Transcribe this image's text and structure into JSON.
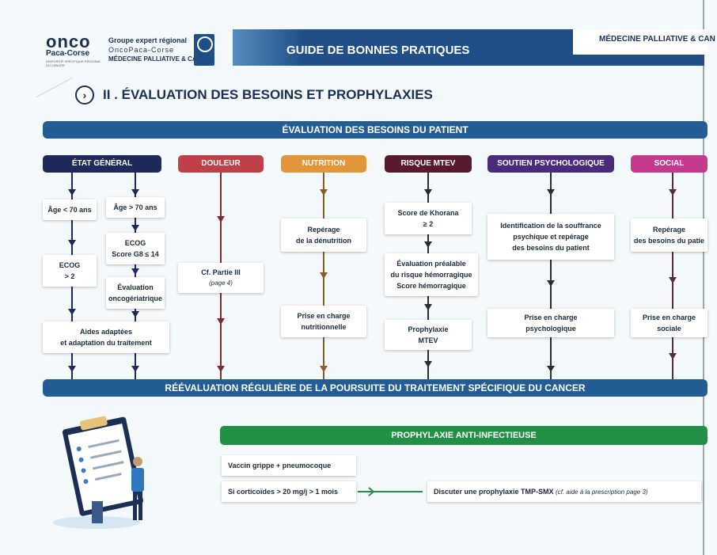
{
  "header": {
    "logo_main": "onco",
    "logo_sub": "Paca-Corse",
    "logo_tagline": "DISPOSITIF SPÉCIFIQUE RÉGIONAL DU CANCER",
    "group_line1": "Groupe expert régional",
    "group_line2": "OncoPaca-Corse",
    "group_line3": "MÉDECINE PALLIATIVE & CANCER",
    "guide_title": "GUIDE DE BONNES PRATIQUES",
    "tab_label": "MÉDECINE PALLIATIVE & CAN"
  },
  "section": {
    "icon": "chevron-right-icon",
    "title": "II . ÉVALUATION DES BESOINS ET PROPHYLAXIES"
  },
  "evaluation_bar": "ÉVALUATION DES BESOINS DU PATIENT",
  "reevaluation_bar": "RÉÉVALUATION RÉGULIÈRE DE LA POURSUITE DU TRAITEMENT SPÉCIFIQUE DU CANCER",
  "colors": {
    "navy": "#1b2f55",
    "blue": "#235d94",
    "etat": "#1d2a5a",
    "douleur": "#c0404a",
    "nutrition": "#e3953a",
    "mtev": "#5a1a2e",
    "soutien": "#4a2a7a",
    "social": "#c63a8e",
    "green": "#239048"
  },
  "categories": {
    "etat": "ÉTAT GÉNÉRAL",
    "douleur": "DOULEUR",
    "nutrition": "NUTRITION",
    "mtev": "RISQUE MTEV",
    "soutien": "SOUTIEN PSYCHOLOGIQUE",
    "social": "SOCIAL"
  },
  "etat": {
    "age_lt70": "Âge < 70 ans",
    "age_gt70": "Âge > 70 ans",
    "ecog_l1": "ECOG",
    "ecog_l2": "> 2",
    "ecog_g8_l1": "ECOG",
    "ecog_g8_l2": "Score G8 ≤ 14",
    "eval_l1": "Évaluation",
    "eval_l2": "oncogériatrique",
    "aides_l1": "Aides adaptées",
    "aides_l2": "et adaptation du traitement"
  },
  "douleur": {
    "cf_l1": "Cf. Partie III",
    "cf_l2": "(page 4)"
  },
  "nutrition": {
    "reperage_l1": "Repérage",
    "reperage_l2": "de la dénutrition",
    "prise_l1": "Prise en charge",
    "prise_l2": "nutritionnelle"
  },
  "mtev": {
    "khorana_l1": "Score de Khorana",
    "khorana_l2": "≥ 2",
    "eval_l1": "Évaluation préalable",
    "eval_l2": "du risque hémorragique",
    "eval_l3": "Score hémorragique",
    "proph_l1": "Prophylaxie",
    "proph_l2": "MTEV"
  },
  "soutien": {
    "ident_l1": "Identification de la souffrance",
    "ident_l2": "psychique et repérage",
    "ident_l3": "des besoins du patient",
    "prise_l1": "Prise en charge",
    "prise_l2": "psychologique"
  },
  "social": {
    "reperage_l1": "Repérage",
    "reperage_l2": "des besoins du patie",
    "prise_l1": "Prise en charge",
    "prise_l2": "sociale"
  },
  "prophylaxie": {
    "title": "PROPHYLAXIE ANTI-INFECTIEUSE",
    "vaccin": "Vaccin grippe + pneumocoque",
    "cortico": "Si corticoïdes > 20 mg/j > 1 mois",
    "discuter": "Discuter une prophylaxie TMP-SMX",
    "discuter_note": "(cf. aide à la prescription page 3)"
  },
  "illustration": "clipboard-doctor-icon"
}
